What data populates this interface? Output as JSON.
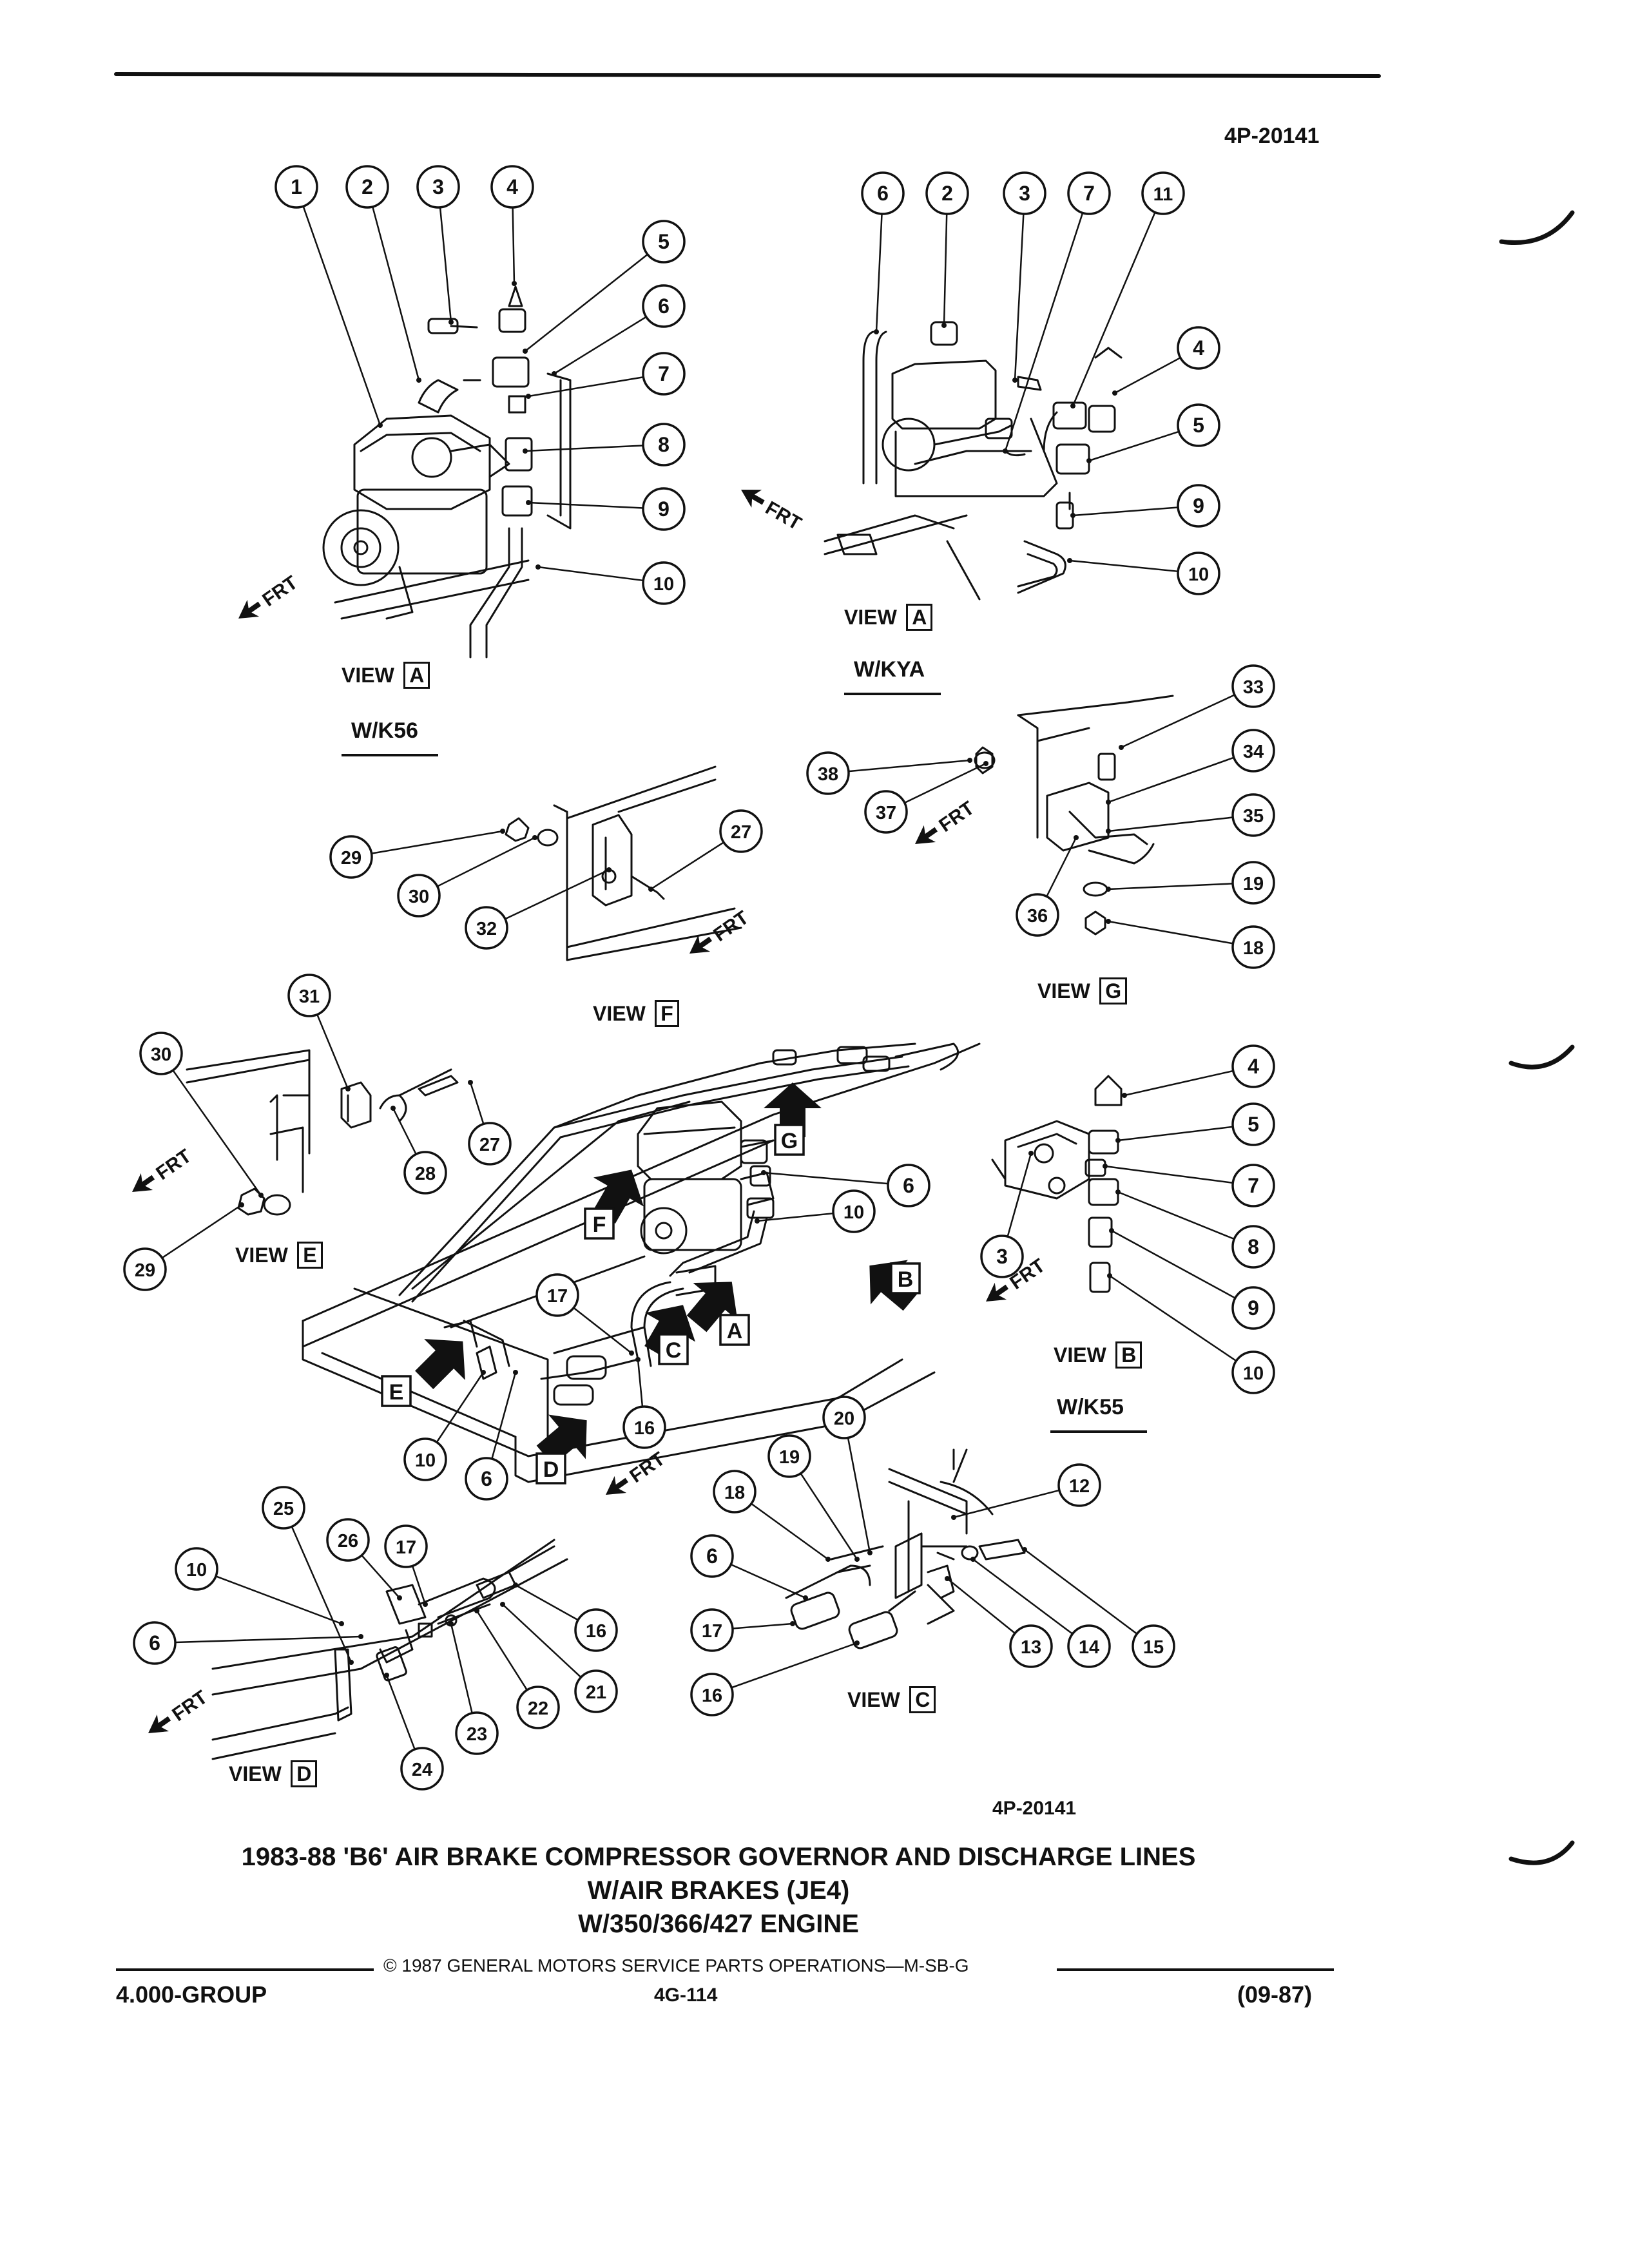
{
  "header": {
    "ref_top": "4P-20141",
    "ref_bottom": "4P-20141"
  },
  "views": {
    "a_k56": {
      "view": "VIEW",
      "box": "A",
      "variant": "W/K56"
    },
    "a_kya": {
      "view": "VIEW",
      "box": "A",
      "variant": "W/KYA"
    },
    "b_k55": {
      "view": "VIEW",
      "box": "B",
      "variant": "W/K55"
    },
    "c": {
      "view": "VIEW",
      "box": "C"
    },
    "d": {
      "view": "VIEW",
      "box": "D"
    },
    "e": {
      "view": "VIEW",
      "box": "E"
    },
    "f": {
      "view": "VIEW",
      "box": "F"
    },
    "g": {
      "view": "VIEW",
      "box": "G"
    }
  },
  "frt_label": "FRT",
  "caption": {
    "line1": "1983-88 'B6' AIR BRAKE COMPRESSOR GOVERNOR AND DISCHARGE LINES",
    "line2": "W/AIR BRAKES (JE4)",
    "line3": "W/350/366/427 ENGINE"
  },
  "footer": {
    "group": "4.000-GROUP",
    "copyright": "© 1987 GENERAL MOTORS SERVICE PARTS OPERATIONS—M-SB-G",
    "page": "4G-114",
    "date": "(09-87)"
  },
  "callouts": [
    {
      "n": "1"
    },
    {
      "n": "2"
    },
    {
      "n": "3"
    },
    {
      "n": "4"
    },
    {
      "n": "5"
    },
    {
      "n": "6"
    },
    {
      "n": "7"
    },
    {
      "n": "8"
    },
    {
      "n": "9"
    },
    {
      "n": "10"
    },
    {
      "n": "6"
    },
    {
      "n": "2"
    },
    {
      "n": "3"
    },
    {
      "n": "7"
    },
    {
      "n": "11"
    },
    {
      "n": "4"
    },
    {
      "n": "5"
    },
    {
      "n": "9"
    },
    {
      "n": "10"
    },
    {
      "n": "33"
    },
    {
      "n": "34"
    },
    {
      "n": "35"
    },
    {
      "n": "19"
    },
    {
      "n": "18"
    },
    {
      "n": "38"
    },
    {
      "n": "37"
    },
    {
      "n": "36"
    },
    {
      "n": "29"
    },
    {
      "n": "27"
    },
    {
      "n": "30"
    },
    {
      "n": "32"
    },
    {
      "n": "31"
    },
    {
      "n": "30"
    },
    {
      "n": "28"
    },
    {
      "n": "27"
    },
    {
      "n": "29"
    },
    {
      "n": "4"
    },
    {
      "n": "5"
    },
    {
      "n": "7"
    },
    {
      "n": "8"
    },
    {
      "n": "9"
    },
    {
      "n": "10"
    },
    {
      "n": "3"
    },
    {
      "n": "6"
    },
    {
      "n": "10"
    },
    {
      "n": "17"
    },
    {
      "n": "16"
    },
    {
      "n": "10"
    },
    {
      "n": "6"
    },
    {
      "n": "25"
    },
    {
      "n": "26"
    },
    {
      "n": "17"
    },
    {
      "n": "10"
    },
    {
      "n": "6"
    },
    {
      "n": "16"
    },
    {
      "n": "21"
    },
    {
      "n": "22"
    },
    {
      "n": "23"
    },
    {
      "n": "24"
    },
    {
      "n": "20"
    },
    {
      "n": "19"
    },
    {
      "n": "18"
    },
    {
      "n": "12"
    },
    {
      "n": "6"
    },
    {
      "n": "17"
    },
    {
      "n": "16"
    },
    {
      "n": "13"
    },
    {
      "n": "14"
    },
    {
      "n": "15"
    }
  ],
  "section_arrows": [
    "G",
    "F",
    "A",
    "C",
    "B",
    "E",
    "D"
  ]
}
